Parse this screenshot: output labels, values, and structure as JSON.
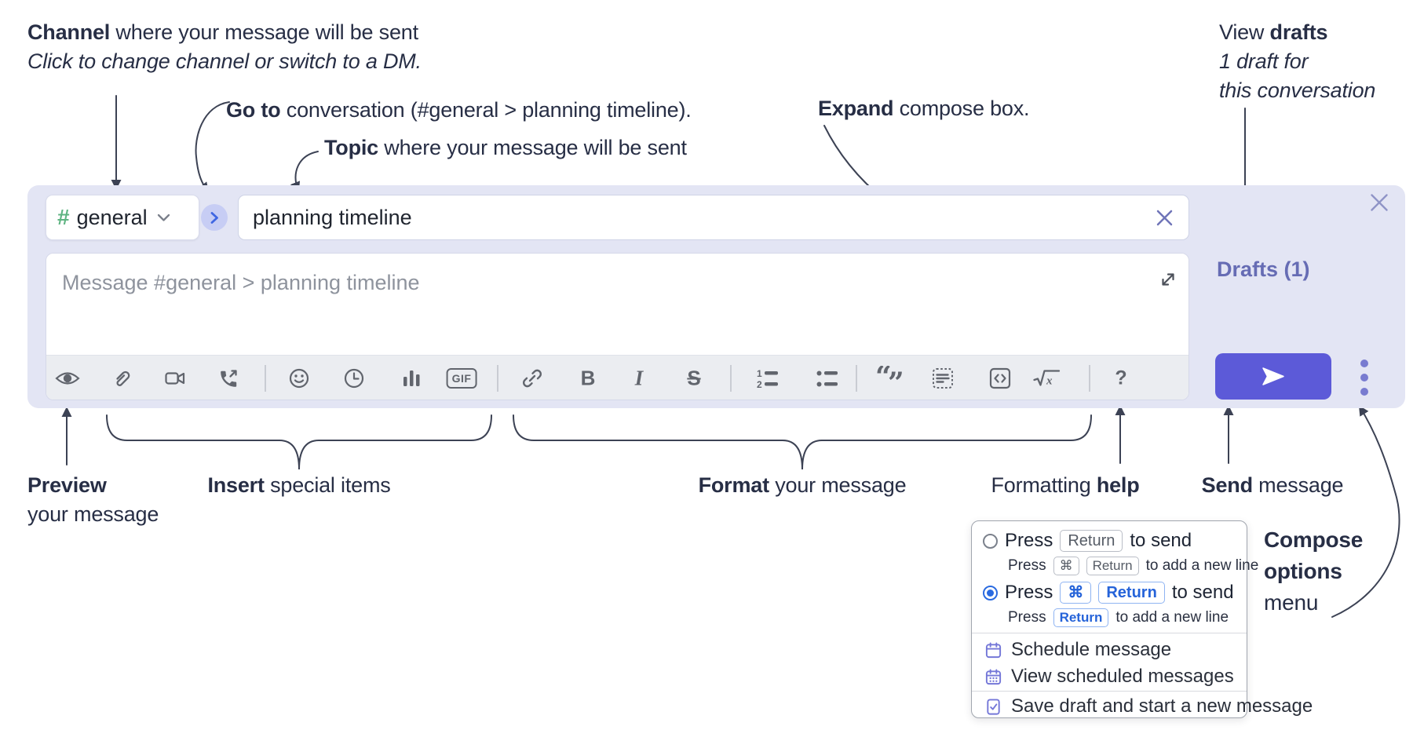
{
  "colors": {
    "annotation_text": "#272e45",
    "connector": "#3c4254",
    "compose_bg": "#e3e5f4",
    "hash_green": "#5fb482",
    "go_circle_bg": "#c7cdf4",
    "go_chevron_blue": "#3f66e2",
    "placeholder_gray": "#8e939d",
    "toolbar_bg": "#ebedf1",
    "icon_gray": "#61656d",
    "drafts_link": "#666cb4",
    "send_button": "#5c5ad8",
    "kebab_dots": "#787bd0",
    "close_x": "#8f94c7",
    "radio_blue": "#2a6ae0",
    "menu_icon_purple": "#7477d8"
  },
  "annotations": {
    "channel": {
      "bold": "Channel",
      "rest": " where your message will be sent",
      "line2": "Click to change channel or switch to a DM."
    },
    "goto": {
      "bold": "Go to",
      "rest": " conversation (#general > planning timeline)."
    },
    "topic": {
      "bold": "Topic",
      "rest": " where your message will be sent"
    },
    "expand": {
      "bold": "Expand",
      "rest": " compose box."
    },
    "view_drafts": {
      "pre": "View ",
      "bold": "drafts",
      "line2": "1 draft for",
      "line3": "this conversation"
    },
    "preview": {
      "bold": "Preview",
      "line2": "your message"
    },
    "insert": {
      "bold": "Insert",
      "rest": " special items"
    },
    "format": {
      "bold": "Format",
      "rest": " your message"
    },
    "help": {
      "pre": "Formatting ",
      "bold": "help"
    },
    "send": {
      "bold": "Send",
      "rest": " message"
    },
    "compose_options": {
      "line1": "Compose",
      "line2": "options",
      "line3": "menu"
    }
  },
  "compose": {
    "channel": {
      "hash": "#",
      "name": "general"
    },
    "topic_value": "planning timeline",
    "message_placeholder": "Message #general > planning timeline",
    "drafts_link": "Drafts (1)",
    "toolbar": {
      "gif_label": "GIF",
      "bold_label": "B",
      "italic_label": "I",
      "strike_label": "S",
      "help_label": "?",
      "formula_x": "x",
      "icons": [
        "preview",
        "attach",
        "video",
        "call",
        "emoji",
        "schedule",
        "poll",
        "gif",
        "link",
        "bold",
        "italic",
        "strikethrough",
        "ordered-list",
        "bullet-list",
        "blockquote",
        "code-block",
        "code",
        "formula",
        "help"
      ]
    }
  },
  "popup": {
    "option1": {
      "press": "Press",
      "key": "Return",
      "tail": "to send",
      "sub_press": "Press",
      "sub_keys": [
        "⌘",
        "Return"
      ],
      "sub_tail": "to add a new line"
    },
    "option2": {
      "press": "Press",
      "keys": [
        "⌘",
        "Return"
      ],
      "tail": "to send",
      "sub_press": "Press",
      "sub_key": "Return",
      "sub_tail": "to add a new line"
    },
    "menu": [
      {
        "label": "Schedule message"
      },
      {
        "label": "View scheduled messages"
      },
      {
        "label": "Save draft and start a new message"
      }
    ]
  }
}
